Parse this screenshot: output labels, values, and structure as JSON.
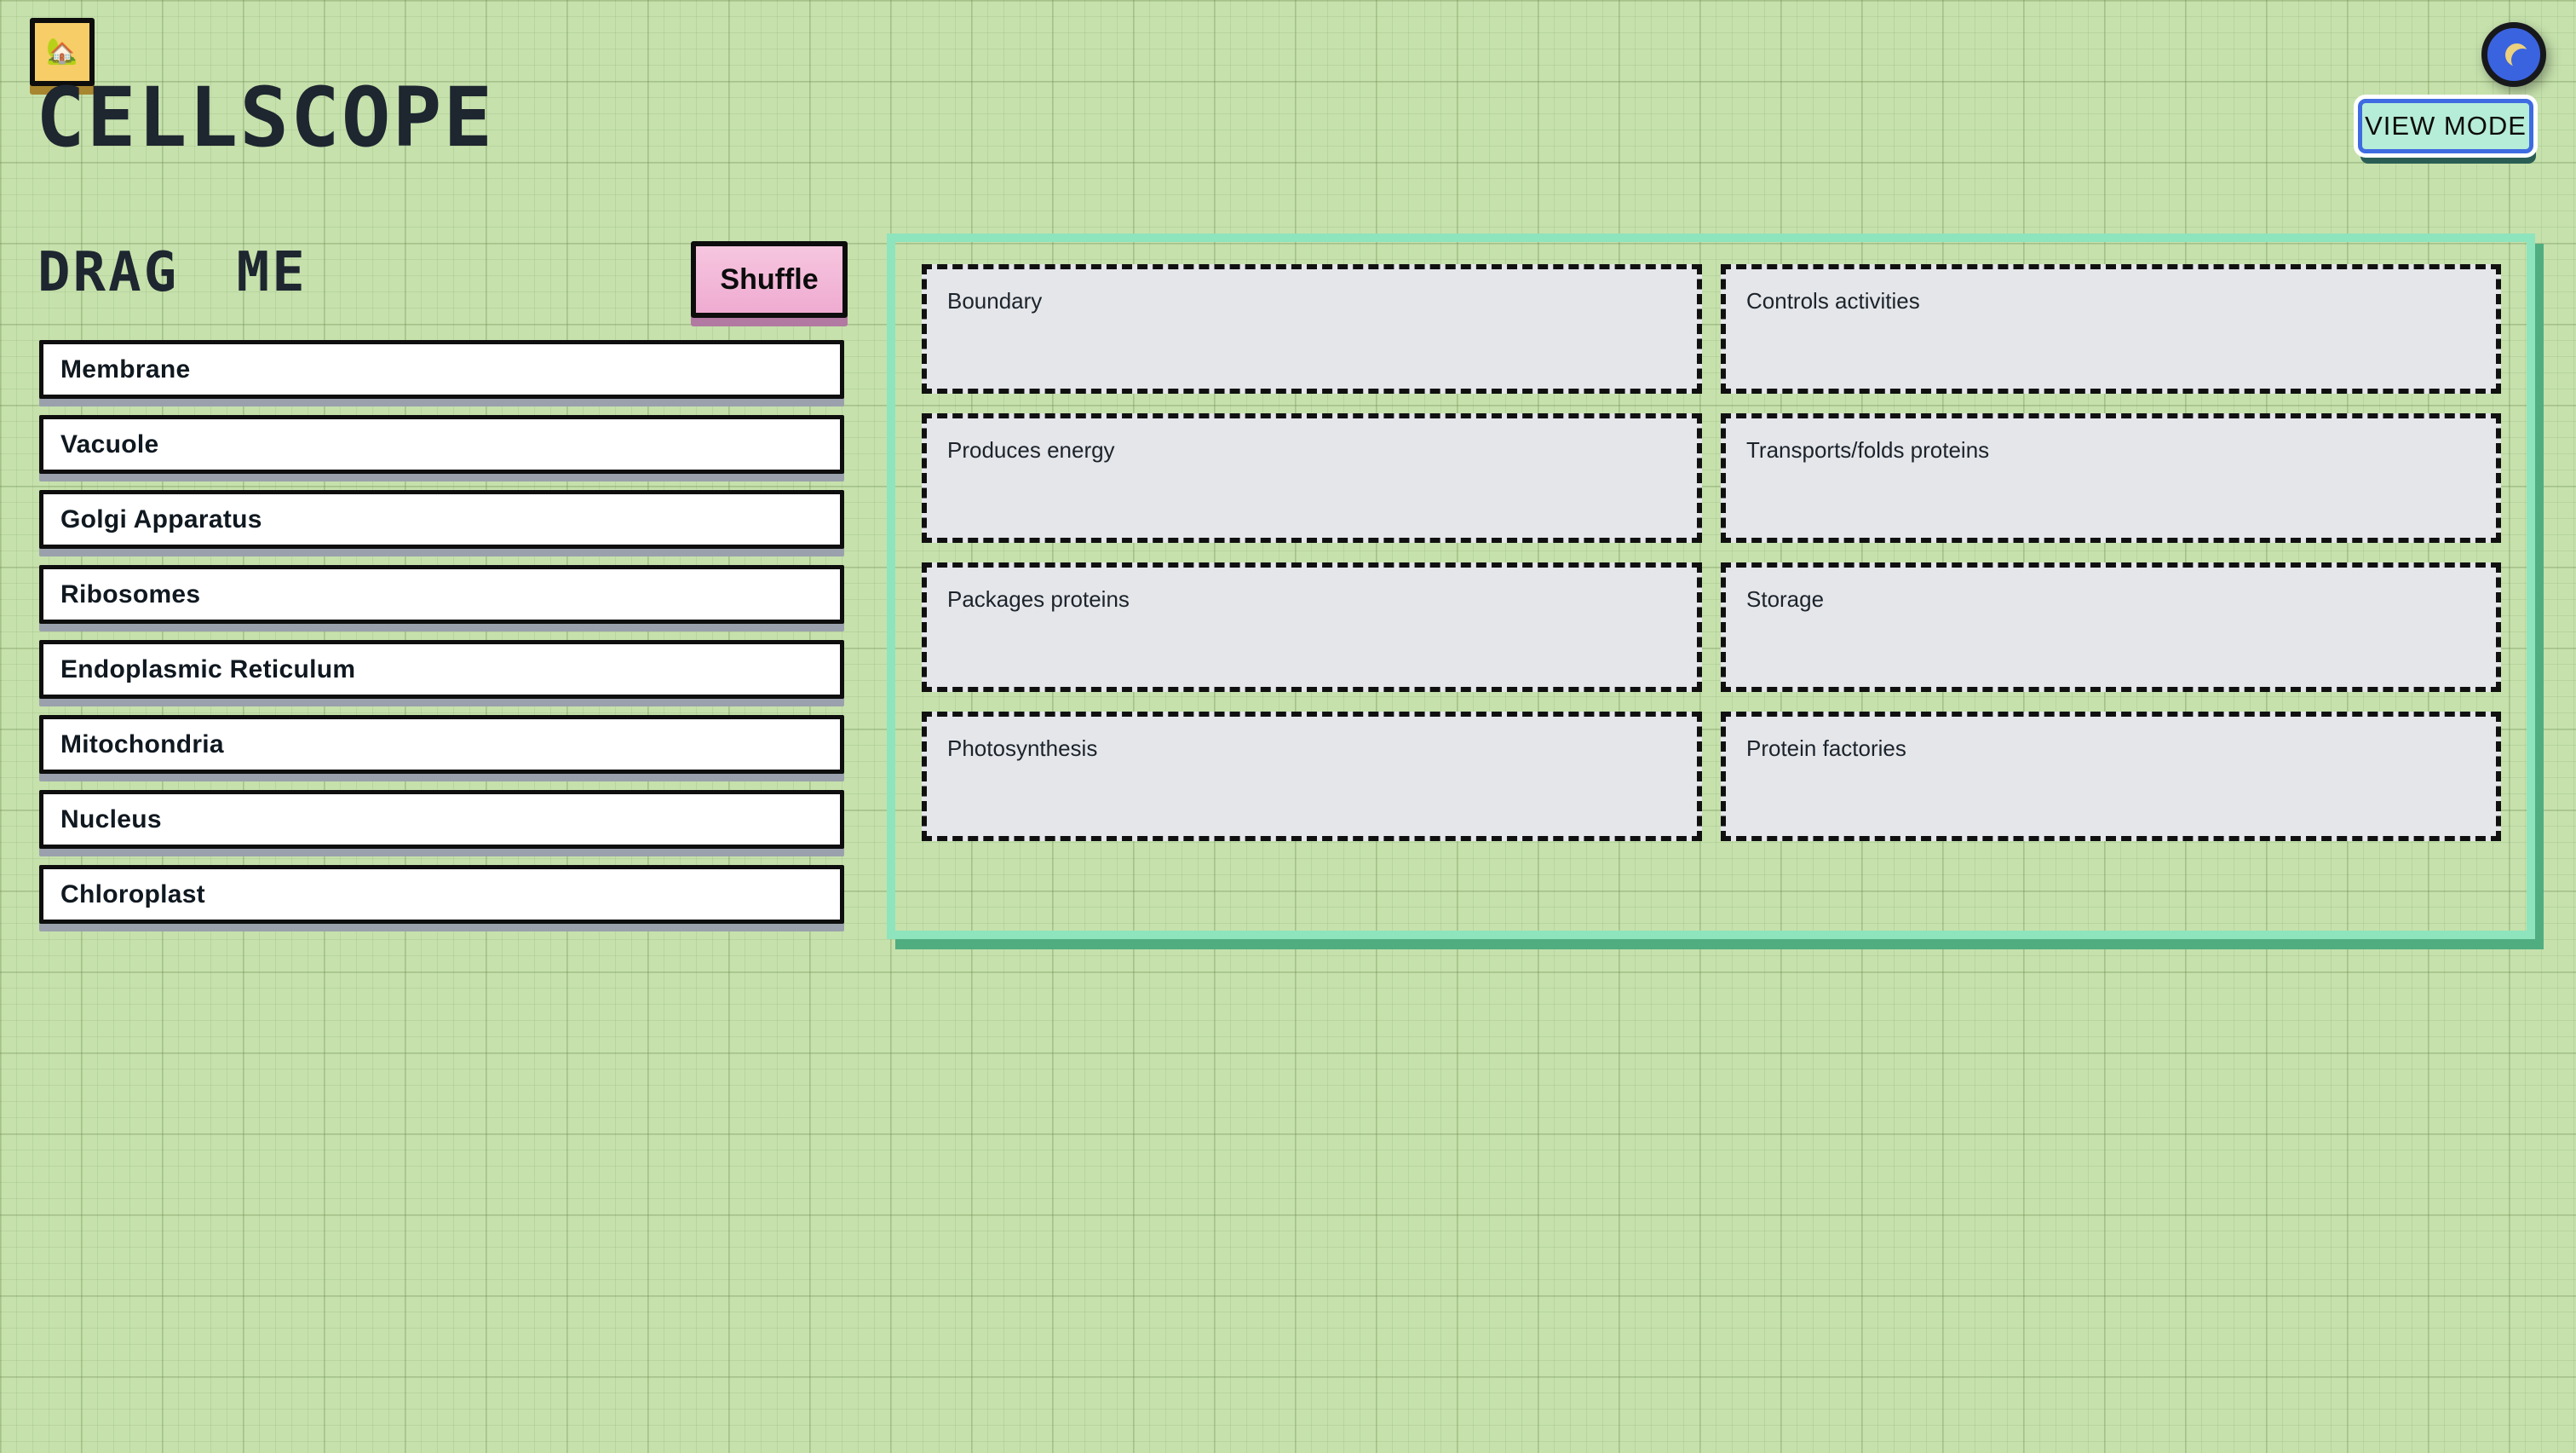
{
  "header": {
    "title": "CELLSCOPE",
    "view_mode_label": "VIEW MODE"
  },
  "icons": {
    "home_emoji": "🏡",
    "theme_toggle": "moon-icon"
  },
  "drag_section": {
    "heading": "DRAG ME",
    "shuffle_label": "Shuffle",
    "items": [
      "Membrane",
      "Vacuole",
      "Golgi Apparatus",
      "Ribosomes",
      "Endoplasmic Reticulum",
      "Mitochondria",
      "Nucleus",
      "Chloroplast"
    ]
  },
  "drop_zone": {
    "slots": [
      "Boundary",
      "Controls activities",
      "Produces energy",
      "Transports/folds proteins",
      "Packages proteins",
      "Storage",
      "Photosynthesis",
      "Protein factories"
    ]
  },
  "palette": {
    "background_green": "#c6e1ac",
    "title_text": "#1e2630",
    "card_white": "#ffffff",
    "card_shadow_gray": "#9aa1ad",
    "slot_gray": "#e4e6ea",
    "panel_mint_border": "#8ee4bd",
    "panel_shadow_green": "#4fad80",
    "shuffle_pink": "#f2b8d8",
    "shuffle_shadow": "#b279a2",
    "home_yellow": "#f6cd67",
    "home_shadow": "#a8862f",
    "toggle_blue": "#3a63e0",
    "moon_yellow": "#ecd17e",
    "view_mode_mint": "#b6edd8",
    "view_mode_border_blue": "#3e6be2",
    "view_mode_shadow": "#2a5e55"
  }
}
